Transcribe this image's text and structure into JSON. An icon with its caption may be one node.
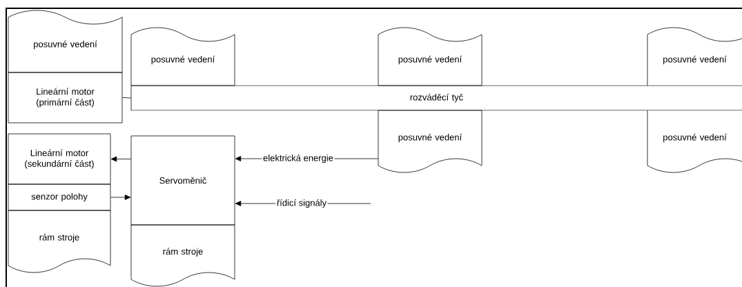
{
  "diagram": {
    "nodes": [
      {
        "text": [
          "posuvné vedení"
        ]
      },
      {
        "text": [
          "Lineární motor (primární část)"
        ]
      },
      {
        "text": [
          "posuvné vedení"
        ]
      },
      {
        "text": [
          "rozváděcí tyč"
        ]
      },
      {
        "text": [
          "posuvné vedení"
        ]
      },
      {
        "text": [
          "posuvné vedení"
        ]
      },
      {
        "text": [
          "posuvné vedení"
        ]
      },
      {
        "text": [
          "posuvné vedení"
        ]
      },
      {
        "text": [
          "Lineární motor (sekundární část)"
        ]
      },
      {
        "text": [
          "senzor polohy"
        ]
      },
      {
        "text": [
          "rám stroje"
        ]
      },
      {
        "text": [
          "Servoměnič"
        ]
      },
      {
        "text": [
          "rám stroje"
        ]
      }
    ],
    "edges": [
      {
        "from": 1,
        "to": 3,
        "arrow": "none"
      },
      {
        "from": 11,
        "to": 8,
        "arrow": "to"
      },
      {
        "from": 9,
        "to": 11,
        "arrow": "to"
      },
      {
        "from": 6,
        "to": 11,
        "arrow": "to",
        "label": "elektrická energie"
      },
      {
        "from": null,
        "to": 11,
        "arrow": "to",
        "label": "řídicí signály"
      }
    ]
  }
}
